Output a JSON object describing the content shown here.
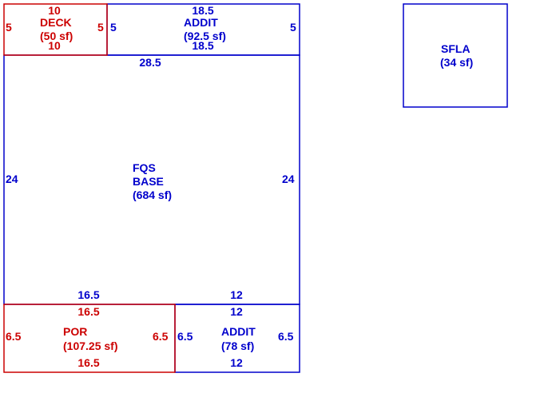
{
  "colors": {
    "blue": "#0000cc",
    "red": "#cc0000"
  },
  "sketch": {
    "deck": {
      "name": "DECK",
      "area": "(50 sf)",
      "top": "10",
      "bottom": "10",
      "left": "5",
      "right": "5"
    },
    "addit_top": {
      "name": "ADDIT",
      "area": "(92.5 sf)",
      "top": "18.5",
      "bottom": "18.5",
      "left": "5",
      "right": "5"
    },
    "base": {
      "line1": "FQS",
      "line2": "BASE",
      "area": "(684 sf)",
      "top": "28.5",
      "left": "24",
      "right": "24",
      "bottom_left": "16.5",
      "bottom_right": "12"
    },
    "por": {
      "name": "POR",
      "area": "(107.25 sf)",
      "top": "16.5",
      "bottom": "16.5",
      "left": "6.5",
      "right": "6.5"
    },
    "addit_bottom": {
      "name": "ADDIT",
      "area": "(78 sf)",
      "top": "12",
      "bottom": "12",
      "left": "6.5",
      "right": "6.5"
    },
    "sfla": {
      "name": "SFLA",
      "area": "(34 sf)"
    }
  }
}
